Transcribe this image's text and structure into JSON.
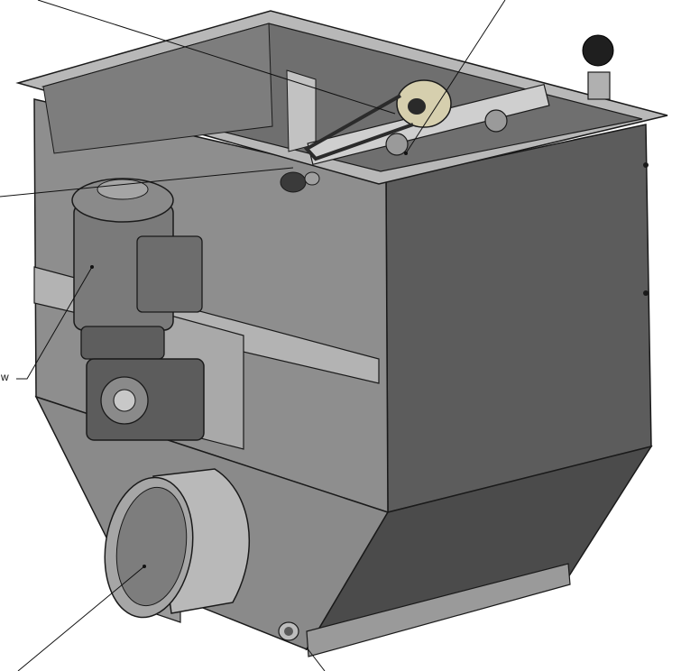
{
  "figure": {
    "callouts": [
      {
        "id": "top-left-leader",
        "text": ""
      },
      {
        "id": "top-right-leader",
        "text": ""
      },
      {
        "id": "left-inlet-leader",
        "text": ""
      },
      {
        "id": "motor-leader",
        "text": "w"
      },
      {
        "id": "outlet-leader",
        "text": ""
      },
      {
        "id": "drain-leader",
        "text": ""
      }
    ]
  },
  "colors": {
    "background": "#ffffff",
    "body_mid": "#8c8c8c",
    "body_light": "#a8a8a8",
    "body_dark": "#5f5f5f",
    "body_darker": "#4a4a4a",
    "interior": "#6e6e6e",
    "rim": "#b9b9b9",
    "outline": "#1a1a1a",
    "pulley": "#d6cfae",
    "leader": "#111111"
  },
  "icons": [
    "pressure-gauge-icon",
    "pulley-icon",
    "motor-icon",
    "gearbox-icon"
  ]
}
